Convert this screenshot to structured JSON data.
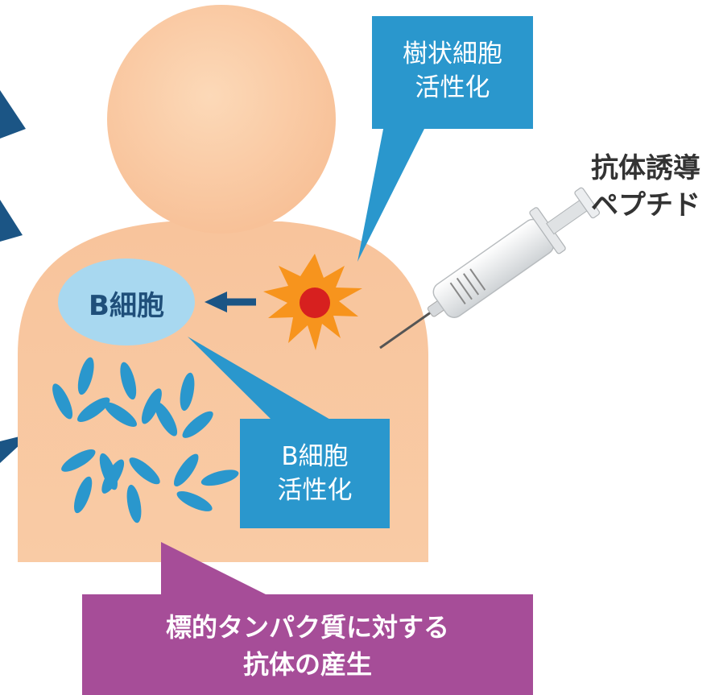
{
  "colors": {
    "skin": "#f9c9a0",
    "skin_light": "#fbd8b8",
    "callout_blue": "#2a97cd",
    "bcell_oval": "#a8d8f0",
    "antibody": "#2a97cd",
    "arrow_dark": "#1b5585",
    "burst_orange": "#f7941d",
    "burst_center": "#d7201f",
    "purple_box": "#a64d98",
    "text_dark": "#333333"
  },
  "callouts": {
    "dendritic": {
      "line1": "樹状細胞",
      "line2": "活性化"
    },
    "bcell_activation": {
      "line1": "B細胞",
      "line2": "活性化"
    }
  },
  "labels": {
    "bcell_oval": "B細胞",
    "peptide_line1": "抗体誘導",
    "peptide_line2": "ペプチド"
  },
  "result_box": {
    "line1": "標的タンパク質に対する",
    "line2": "抗体の産生"
  },
  "icons": {
    "syringe": "syringe-icon",
    "burst": "activation-burst-icon",
    "antibody": "antibody-icon",
    "arrow": "left-arrow-icon"
  }
}
